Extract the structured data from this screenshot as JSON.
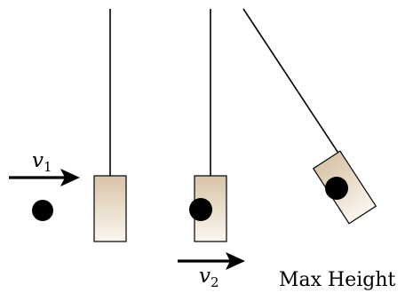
{
  "labels": {
    "v1": {
      "base": "v",
      "sub": "1"
    },
    "v2": {
      "base": "v",
      "sub": "2"
    },
    "max_height": "Max Height"
  },
  "colors": {
    "block_top": "#d8c4a8",
    "block_bottom": "#fbf6ef",
    "ink": "#000000"
  }
}
